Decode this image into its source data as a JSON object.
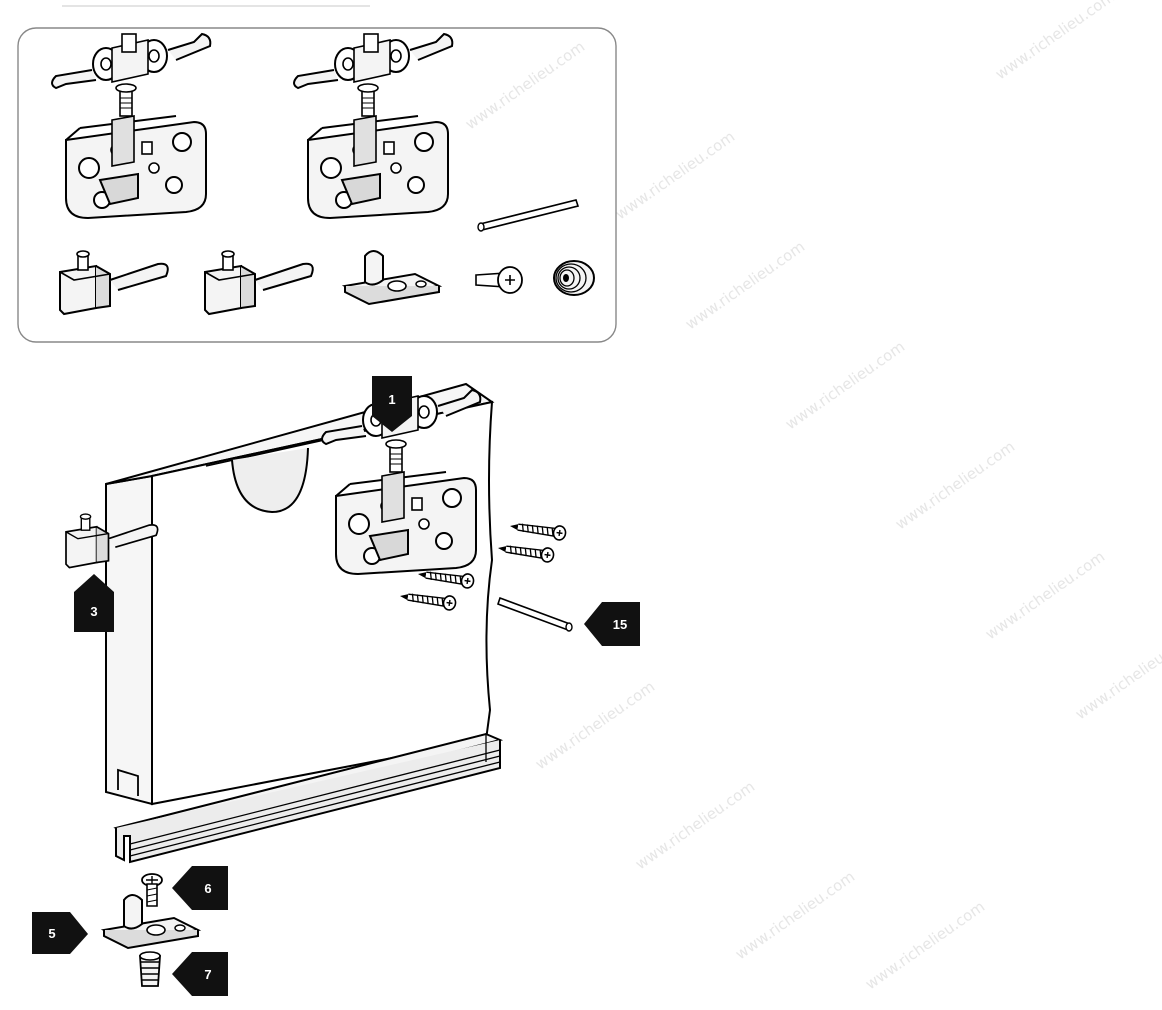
{
  "watermark": "www.richelieu.com",
  "callouts": {
    "c1": "1",
    "c3": "3",
    "c5": "5",
    "c6": "6",
    "c7": "7",
    "c15": "15"
  },
  "colors": {
    "line": "#000000",
    "callout": "#111111",
    "part_fill": "#f4f4f4",
    "shade": "#d0d0d0",
    "panel_border": "#888888"
  }
}
